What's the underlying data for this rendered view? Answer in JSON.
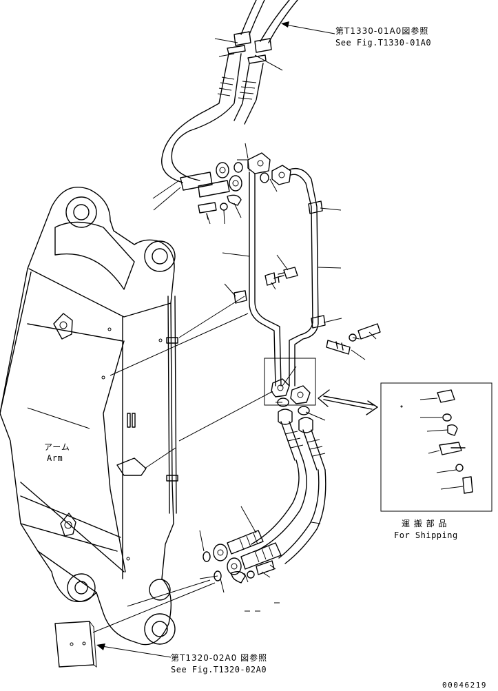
{
  "callouts": {
    "top_ref_jp": "第T1330-01A0図参照",
    "top_ref_en": "See Fig.T1330-01A0",
    "bottom_ref_jp": "第T1320-02A0 図参照",
    "bottom_ref_en": "See Fig.T1320-02A0",
    "arm_jp": "アーム",
    "arm_en": "Arm",
    "shipping_jp": "運 搬 部 品",
    "shipping_en": "For Shipping"
  },
  "drawing_number": "00046219",
  "icons": [
    "double-arrow-icon",
    "leader-arrow-icon"
  ]
}
